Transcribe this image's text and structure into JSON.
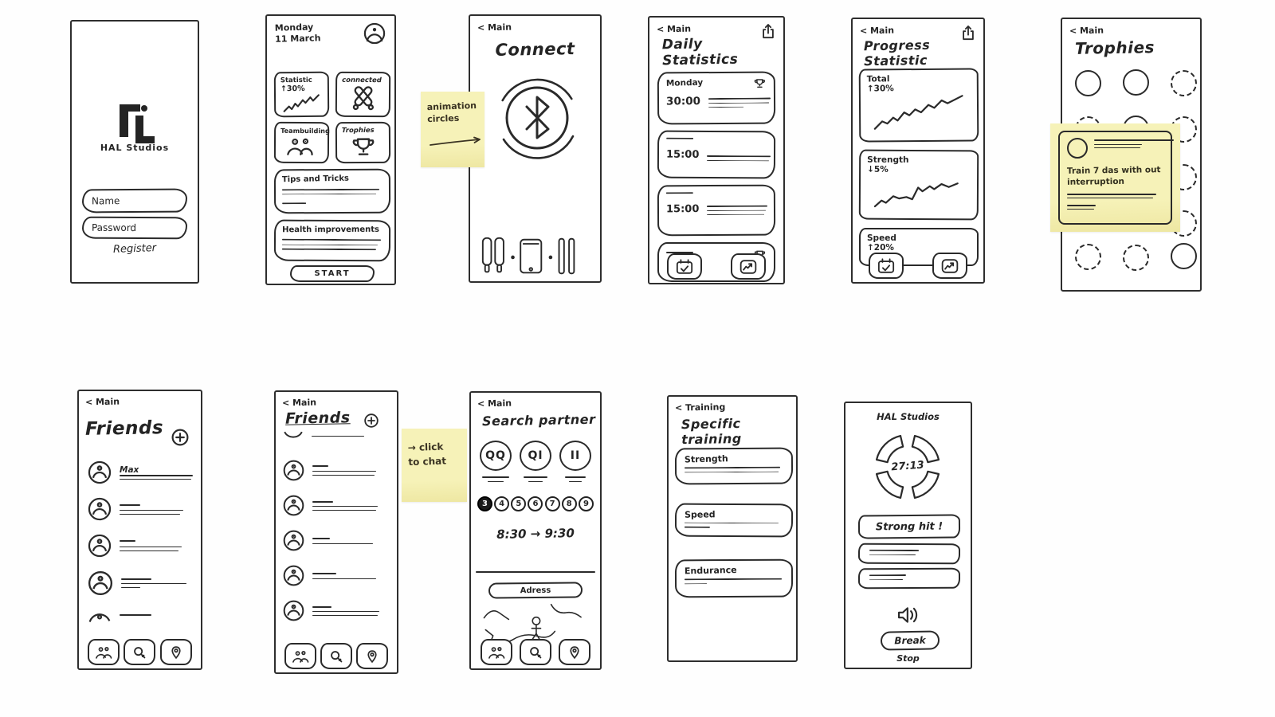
{
  "palette": {
    "paper": "#ffffff",
    "ink": "#2a2a2a",
    "sticky": "#f4efad"
  },
  "icons": {
    "profile-icon": "person in circle",
    "chart-up-icon": "rising squiggle line",
    "connected-icon": "two crossed training batons",
    "teambuilding-icon": "two people",
    "trophy-icon": "trophy cup",
    "share-icon": "box with up arrow",
    "calendar-check-icon": "calendar with checkmark",
    "trend-icon": "framed rising arrow chart",
    "bluetooth-icon": "bluetooth rune in animated circles",
    "plus-circle-icon": "plus in circle",
    "friends-nav-icon": "two faces",
    "search-nav-icon": "magnifier",
    "map-pin-nav-icon": "location pin",
    "speaker-icon": "loudspeaker with sound waves",
    "devices-icon": "batons, phone and sticks",
    "timer-icon": "segmented ring timer"
  },
  "screens": {
    "login": {
      "brand": "HAL Studios",
      "name_field": "Name",
      "password_field": "Password",
      "register": "Register"
    },
    "home": {
      "date_line1": "Monday",
      "date_line2": "11 March",
      "statistic_title": "Statistic",
      "statistic_value": "↑30%",
      "connected_title": "connected",
      "teambuilding_title": "Teambuilding",
      "trophies_title": "Trophies",
      "tips_title": "Tips and Tricks",
      "health_title": "Health improvements",
      "start": "START"
    },
    "connect": {
      "back": "< Main",
      "title": "Connect"
    },
    "daily": {
      "back": "< Main",
      "title": "Daily Statistics",
      "entry1_day": "Monday",
      "entry1_time": "30:00",
      "entry2_time": "15:00",
      "entry3_time": "15:00"
    },
    "progress": {
      "back": "< Main",
      "title": "Progress Statistic",
      "card1_title": "Total",
      "card1_value": "↑30%",
      "card2_title": "Strength",
      "card2_value": "↓5%",
      "card3_title": "Speed",
      "card3_value": "↑20%"
    },
    "trophies": {
      "back": "< Main",
      "title": "Trophies"
    },
    "friends_a": {
      "back": "< Main",
      "title": "Friends",
      "friend1_name": "Max"
    },
    "friends_b": {
      "back": "< Main",
      "title": "Friends"
    },
    "search": {
      "back": "< Main",
      "title": "Search partner",
      "pairs": [
        "QQ",
        "QI",
        "II"
      ],
      "numbers": [
        "3",
        "4",
        "5",
        "6",
        "7",
        "8",
        "9"
      ],
      "time_range": "8:30 → 9:30",
      "address": "Adress"
    },
    "training": {
      "back": "< Training",
      "title": "Specific training",
      "option1": "Strength",
      "option2": "Speed",
      "option3": "Endurance"
    },
    "session": {
      "brand": "HAL Studios",
      "timer": "27:13",
      "message": "Strong hit !",
      "break_label": "Break",
      "stop_label": "Stop"
    }
  },
  "notes": {
    "animation": {
      "line1": "animation",
      "line2": "circles"
    },
    "chat": {
      "line1": "→ click",
      "line2": "to chat"
    },
    "trophy": {
      "line1": "Train 7 das with out",
      "line2": "interruption"
    }
  }
}
